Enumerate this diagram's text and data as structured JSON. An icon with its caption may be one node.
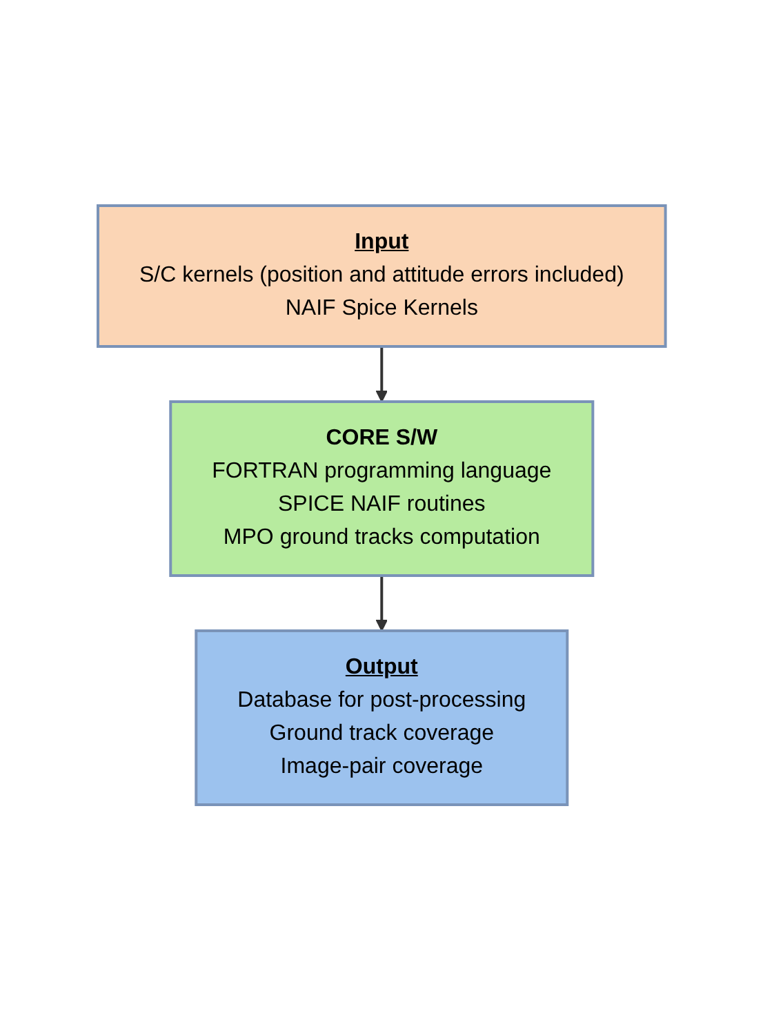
{
  "diagram": {
    "nodes": [
      {
        "text": [
          "Input",
          "S/C kernels (position and attitude errors included)",
          "NAIF Spice Kernels"
        ]
      },
      {
        "text": [
          "CORE S/W",
          "FORTRAN programming language",
          "SPICE NAIF routines",
          "MPO ground tracks computation"
        ]
      },
      {
        "text": [
          "Output",
          "Database for post-processing",
          "Ground track coverage",
          "Image-pair coverage"
        ]
      }
    ],
    "edges": [
      {
        "from": 0,
        "to": 1,
        "arrow": "to"
      },
      {
        "from": 1,
        "to": 2,
        "arrow": "to"
      }
    ]
  }
}
